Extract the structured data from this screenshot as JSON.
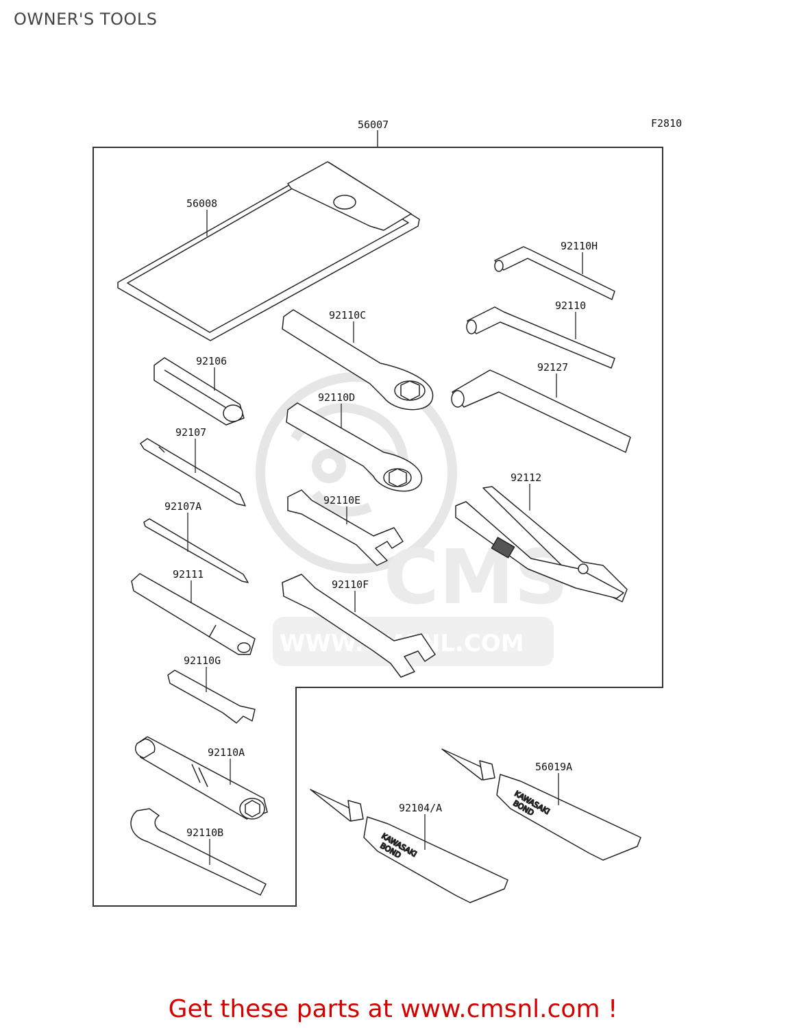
{
  "page": {
    "title": "OWNER'S TOOLS"
  },
  "figure_code": "F2810",
  "kit_label": "56007",
  "parts": [
    {
      "id": "p56008",
      "number": "56008"
    },
    {
      "id": "p92110H",
      "number": "92110H"
    },
    {
      "id": "p92110",
      "number": "92110"
    },
    {
      "id": "p92110C",
      "number": "92110C"
    },
    {
      "id": "p92106",
      "number": "92106"
    },
    {
      "id": "p92127",
      "number": "92127"
    },
    {
      "id": "p92110D",
      "number": "92110D"
    },
    {
      "id": "p92107",
      "number": "92107"
    },
    {
      "id": "p92112",
      "number": "92112"
    },
    {
      "id": "p92110E",
      "number": "92110E"
    },
    {
      "id": "p92107A",
      "number": "92107A"
    },
    {
      "id": "p92111",
      "number": "92111"
    },
    {
      "id": "p92110F",
      "number": "92110F"
    },
    {
      "id": "p92110G",
      "number": "92110G"
    },
    {
      "id": "p92110A",
      "number": "92110A"
    },
    {
      "id": "p56019A",
      "number": "56019A"
    },
    {
      "id": "p92104A",
      "number": "92104/A"
    },
    {
      "id": "p92110B",
      "number": "92110B"
    }
  ],
  "tube_print": {
    "line1": "KAWASAKI",
    "line2": "BOND"
  },
  "watermark": {
    "brand": "CMS",
    "url": "WWW.CMSNL.COM"
  },
  "footer": {
    "text": "Get these parts at www.cmsnl.com !"
  },
  "colors": {
    "footer": "#d40000",
    "line": "#222222",
    "watermark": "#dddddd"
  }
}
